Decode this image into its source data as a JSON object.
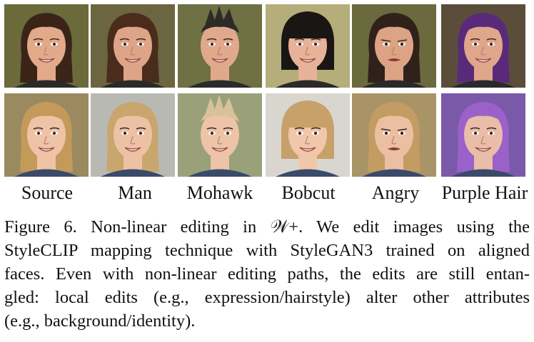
{
  "columns": [
    {
      "label": "Source",
      "hair": "#3a2418",
      "bg": "#6b6a3a",
      "skin": "#e2a98b",
      "hair2": "#c49a5a",
      "bg2": "#9b8a60",
      "skin2": "#eec3a6"
    },
    {
      "label": "Man",
      "hair": "#4a2c1c",
      "bg": "#6b6640",
      "skin": "#dea487",
      "hair2": "#c9a66e",
      "bg2": "#b9b9b4",
      "skin2": "#ecc1a4"
    },
    {
      "label": "Mohawk",
      "hair": "#2e2a28",
      "bg": "#6f7044",
      "skin": "#e0a98c",
      "hair2": "#d8c29a",
      "bg2": "#9aa07a",
      "skin2": "#edc4a8"
    },
    {
      "label": "Bobcut",
      "hair": "#1a1614",
      "bg": "#b5ad7a",
      "skin": "#e6b298",
      "hair2": "#c8a06a",
      "bg2": "#d9d6cf",
      "skin2": "#f0c7ab"
    },
    {
      "label": "Angry",
      "hair": "#30221b",
      "bg": "#6a6a3e",
      "skin": "#dca385",
      "hair2": "#c39c64",
      "bg2": "#a99468",
      "skin2": "#ebbfa2"
    },
    {
      "label": "Purple Hair",
      "hair": "#5a2a7a",
      "bg": "#5a4e3a",
      "skin": "#e0a68c",
      "hair2": "#9a62c8",
      "bg2": "#7a5aa8",
      "skin2": "#e9bda8"
    }
  ],
  "caption": {
    "lines": [
      "Figure 6.  Non-linear editing in 𝒲+.  We edit images using the",
      "StyleCLIP mapping technique with StyleGAN3 trained on aligned",
      "faces. Even with non-linear editing paths, the edits are still entan-",
      "gled: local edits (e.g., expression/hairstyle) alter other attributes",
      "(e.g., background/identity)."
    ]
  }
}
